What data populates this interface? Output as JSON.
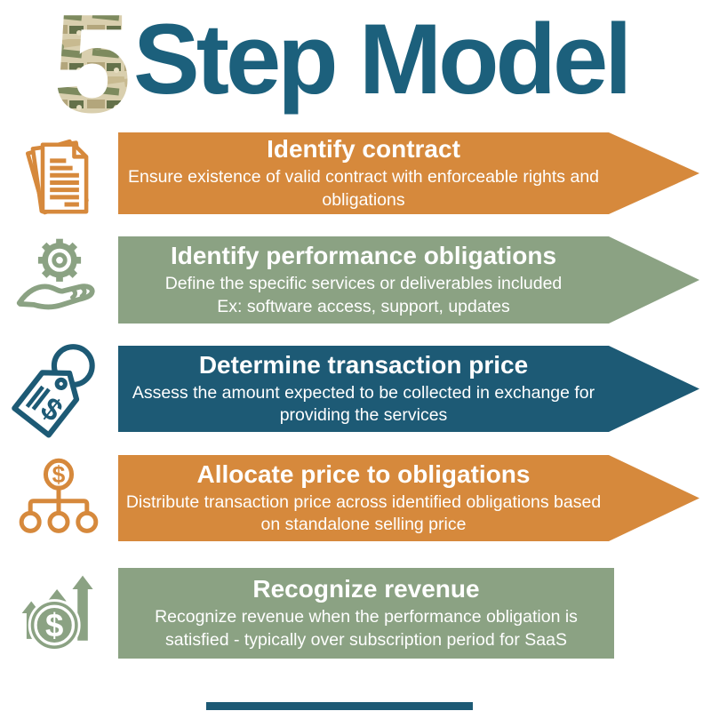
{
  "header": {
    "step_number": "5",
    "title": "Step Model"
  },
  "colors": {
    "title_teal": "#1c607c",
    "orange": "#d6893c",
    "sage_green": "#8ba283",
    "teal": "#1d5a75"
  },
  "steps": [
    {
      "heading": "Identify contract",
      "description": "Ensure existence of valid contract with enforceable rights and obligations",
      "icon": "documents-icon",
      "color": "#d6893c",
      "shape": "arrow"
    },
    {
      "heading": "Identify performance obligations",
      "description": "Define the specific services or deliverables included\nEx: software access, support, updates",
      "icon": "hand-gear-icon",
      "color": "#8ba283",
      "shape": "arrow"
    },
    {
      "heading": "Determine transaction price",
      "description": "Assess the amount expected to be collected in exchange for providing the services",
      "icon": "price-tag-icon",
      "color": "#1d5a75",
      "shape": "arrow"
    },
    {
      "heading": "Allocate price to obligations",
      "description": "Distribute transaction price across identified obligations based on standalone selling price",
      "icon": "allocation-hierarchy-icon",
      "color": "#d6893c",
      "shape": "arrow"
    },
    {
      "heading": "Recognize revenue",
      "description": "Recognize revenue when the performance obligation is satisfied - typically over subscription period for SaaS",
      "icon": "rising-arrows-coin-icon",
      "color": "#8ba283",
      "shape": "rectangle"
    }
  ],
  "footer": {
    "accent_bar_color": "#1d5a75"
  }
}
